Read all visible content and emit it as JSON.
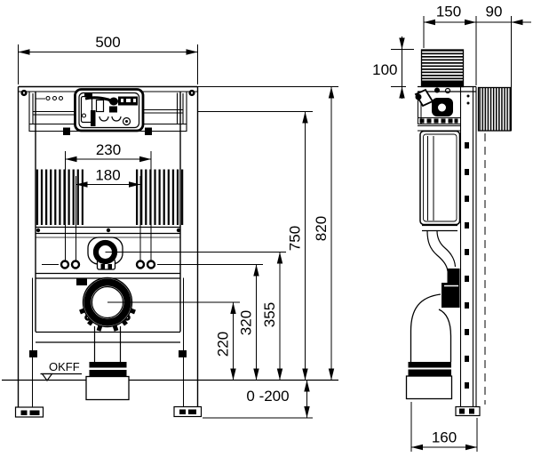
{
  "canvas": {
    "background": "#ffffff",
    "line_color": "#000000"
  },
  "front_view": {
    "dim_width": "500",
    "dim_rod_outer": "230",
    "dim_rod_inner": "180",
    "dim_drain_height": "220",
    "dim_rod_height": "320",
    "dim_flush_height": "355",
    "dim_service_height": "750",
    "dim_total_height": "820",
    "dim_leg_range": "0 -200",
    "floor_label": "OKFF"
  },
  "side_view": {
    "dim_depth": "150",
    "dim_wall_offset": "90",
    "dim_top_offset": "100",
    "dim_drain_offset": "160"
  }
}
